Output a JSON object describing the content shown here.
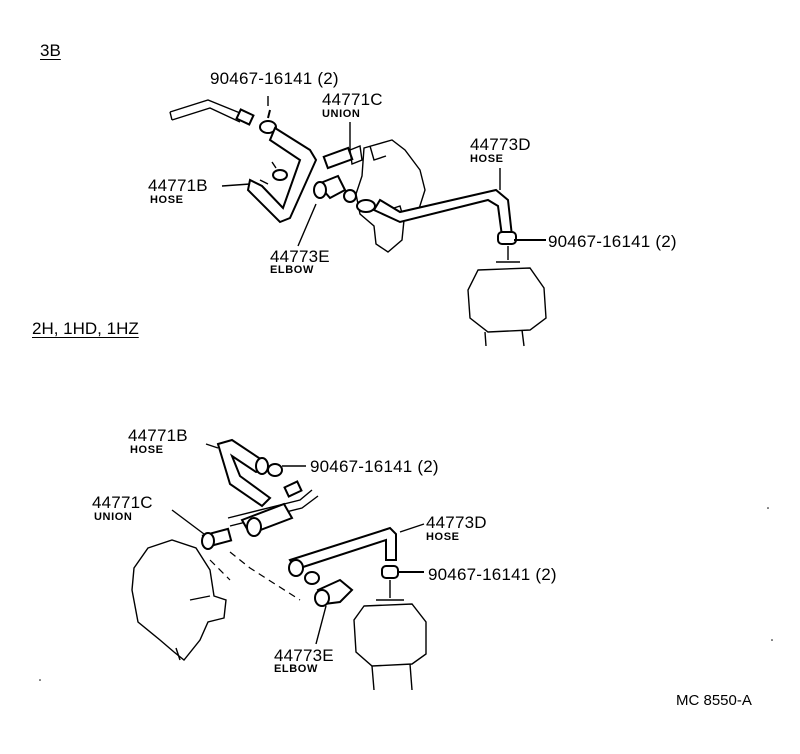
{
  "sections": {
    "top_title": "3B",
    "bottom_title": "2H, 1HD, 1HZ"
  },
  "top": {
    "clamp_a": "90467-16141 (2)",
    "union_pn": "44771C",
    "union_name": "UNION",
    "hose_d_pn": "44773D",
    "hose_d_name": "HOSE",
    "hose_b_pn": "44771B",
    "hose_b_name": "HOSE",
    "clamp_b": "90467-16141 (2)",
    "elbow_pn": "44773E",
    "elbow_name": "ELBOW"
  },
  "bottom": {
    "hose_b_pn": "44771B",
    "hose_b_name": "HOSE",
    "clamp_a": "90467-16141 (2)",
    "union_pn": "44771C",
    "union_name": "UNION",
    "hose_d_pn": "44773D",
    "hose_d_name": "HOSE",
    "clamp_b": "90467-16141 (2)",
    "elbow_pn": "44773E",
    "elbow_name": "ELBOW"
  },
  "footer": {
    "code": "MC 8550-A"
  }
}
